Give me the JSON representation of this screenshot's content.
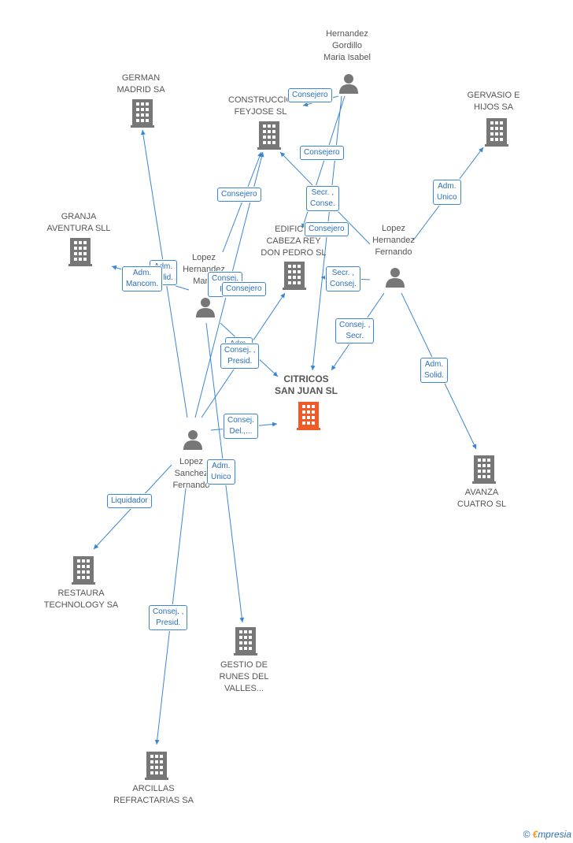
{
  "colors": {
    "edge": "#3a86d4",
    "node": "#777777",
    "center": "#f05a28"
  },
  "nodes": {
    "hernandez": {
      "label": "Hernandez\nGordillo\nMaria Isabel",
      "icon": "person-icon"
    },
    "german": {
      "label": "GERMAN\nMADRID SA",
      "icon": "building-icon"
    },
    "construccio": {
      "label": "CONSTRUCCIO\nFEYJOSE SL",
      "icon": "building-icon"
    },
    "gervasio": {
      "label": "GERVASIO E\nHIJOS SA",
      "icon": "building-icon"
    },
    "granja": {
      "label": "GRANJA\nAVENTURA SLL",
      "icon": "building-icon"
    },
    "edificio": {
      "label": "EDIFICIO\nCABEZA REY\nDON PEDRO SL",
      "icon": "building-icon"
    },
    "lopezfernando": {
      "label": "Lopez\nHernandez\nFernando",
      "icon": "person-icon"
    },
    "lopezmaria": {
      "label": "Lopez\nHernandez\nMaria",
      "icon": "person-icon"
    },
    "citricos": {
      "label": "CITRICOS\nSAN JUAN SL",
      "icon": "building-icon"
    },
    "lopezsanchez": {
      "label": "Lopez\nSanchez\nFernando",
      "icon": "person-icon"
    },
    "avanza": {
      "label": "AVANZA\nCUATRO  SL",
      "icon": "building-icon"
    },
    "restaura": {
      "label": "RESTAURA\nTECHNOLOGY SA",
      "icon": "building-icon"
    },
    "gestio": {
      "label": "GESTIO DE\nRUNES DEL\nVALLES...",
      "icon": "building-icon"
    },
    "arcillas": {
      "label": "ARCILLAS\nREFRACTARIAS SA",
      "icon": "building-icon"
    }
  },
  "badges": [
    {
      "text": "Consejero"
    },
    {
      "text": "Consejero"
    },
    {
      "text": "Secr. ,\nConse."
    },
    {
      "text": "Consejero"
    },
    {
      "text": "Adm.\nUnico"
    },
    {
      "text": "Consejero"
    },
    {
      "text": "Adm.\nMancom."
    },
    {
      "text": "Adm.\nSolid."
    },
    {
      "text": "Consej.\nP..."
    },
    {
      "text": "Consejero"
    },
    {
      "text": "Secr. ,\nConsej."
    },
    {
      "text": "Consej. ,\nSecr."
    },
    {
      "text": "Consej. ,\nPresid."
    },
    {
      "text": "Adm.\nSolid."
    },
    {
      "text": "Consej.\nDel.,..."
    },
    {
      "text": "Adm.\nUnico"
    },
    {
      "text": "Liquidador"
    },
    {
      "text": "Consej. ,\nPresid."
    }
  ],
  "footer": {
    "copyright": "©",
    "brand_e": "€",
    "brand_rest": "mpresia"
  }
}
